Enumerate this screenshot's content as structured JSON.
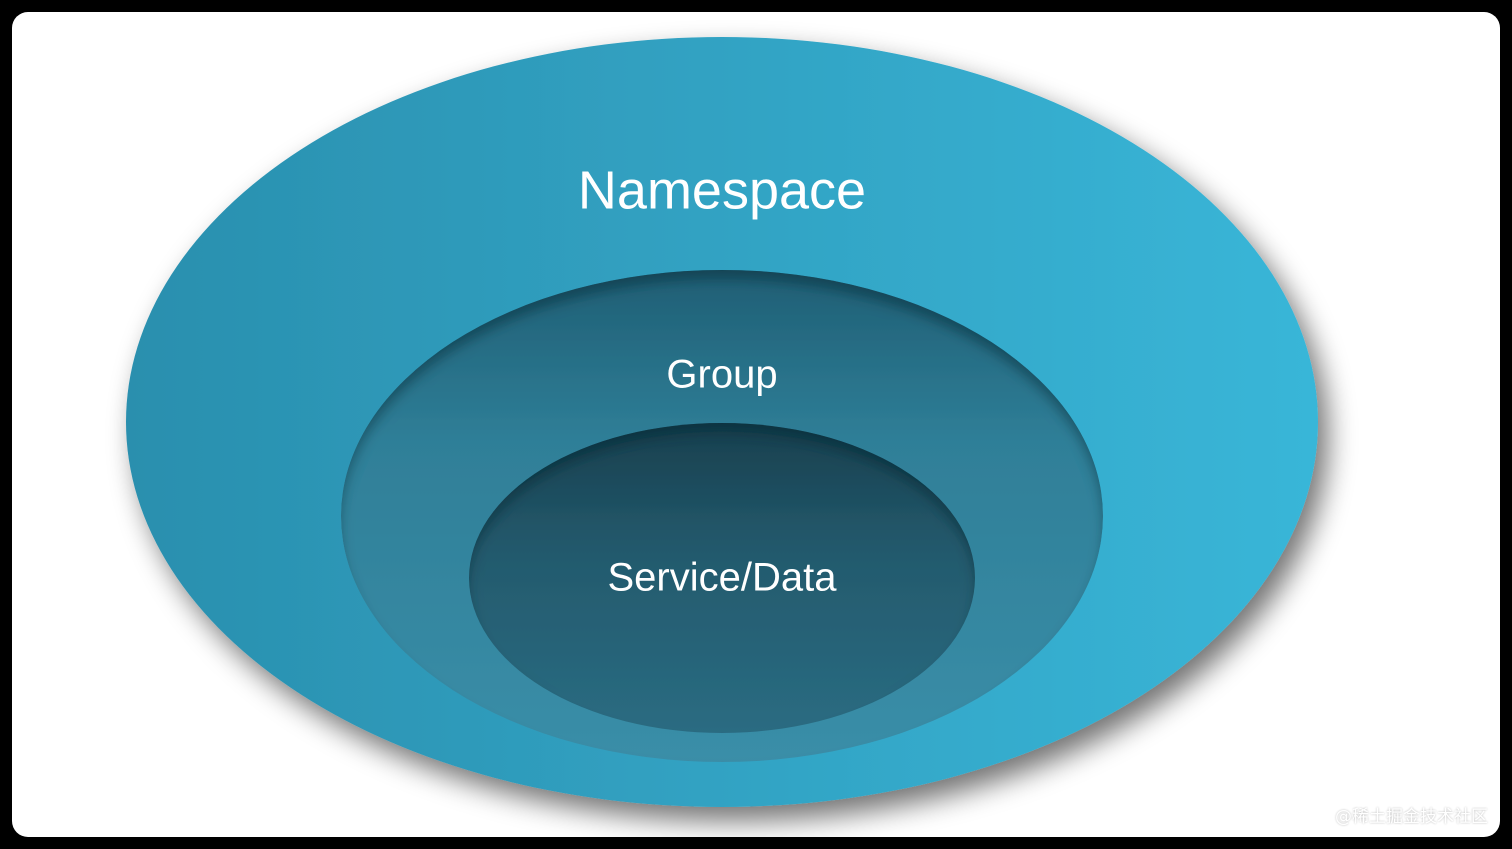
{
  "diagram": {
    "layers": [
      {
        "id": "outer",
        "label": "Namespace"
      },
      {
        "id": "middle",
        "label": "Group"
      },
      {
        "id": "inner",
        "label": "Service/Data"
      }
    ],
    "colors": {
      "outer_left": "#2a8fae",
      "outer_right": "#39b6d8",
      "middle_top": "#1f5e74",
      "middle_bottom": "#3a8ea8",
      "inner_top": "#173f4e",
      "inner_bottom": "#2a6c82",
      "background": "#ffffff",
      "frame": "#000000"
    }
  },
  "watermark": {
    "text": "@稀土掘金技术社区"
  }
}
